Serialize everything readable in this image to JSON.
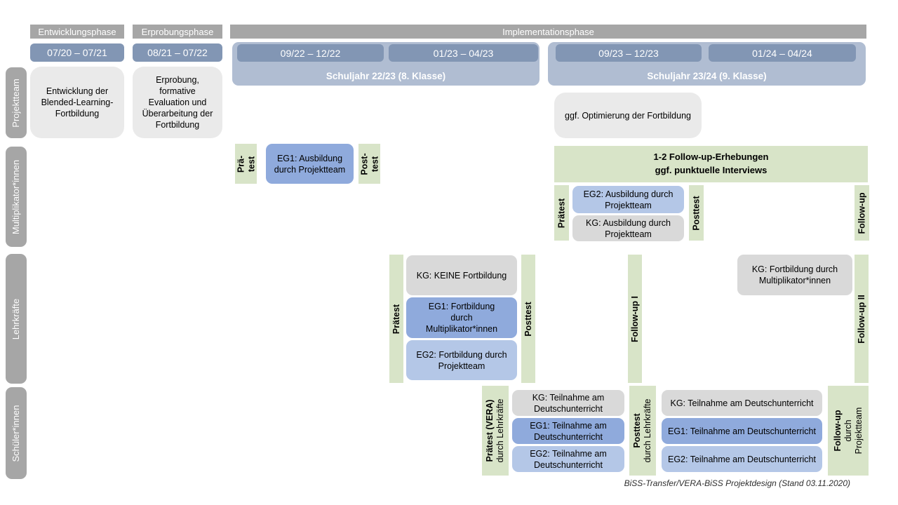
{
  "colors": {
    "phase_bar_gray": "#a6a6a6",
    "row_label_gray": "#a6a6a6",
    "period_pill_blue": "#8296b4",
    "schoolyear_band_blue": "#b0bdd2",
    "green": "#d8e4c8",
    "eg1_blue": "#8faadc",
    "eg2_blue": "#b4c7e7",
    "kg_gray": "#d9d9d9",
    "neutral_box_gray": "#eaeaea"
  },
  "header": {
    "phases": {
      "entwicklung": "Entwicklungsphase",
      "erprobung": "Erprobungsphase",
      "implementation": "Implementationsphase"
    },
    "periods": {
      "p1": "07/20 – 07/21",
      "p2": "08/21 – 07/22",
      "p3": "09/22 – 12/22",
      "p4": "01/23 – 04/23",
      "p5": "09/23 – 12/23",
      "p6": "01/24 – 04/24"
    },
    "school_years": {
      "sy1": "Schuljahr 22/23 (8. Klasse)",
      "sy2": "Schuljahr 23/24 (9. Klasse)"
    }
  },
  "rows": {
    "projektteam": {
      "label": "Projektteam",
      "entwicklung_box": "Entwicklung der Blended-Learning-Fortbildung",
      "erprobung_box": "Erprobung, formative Evaluation und Überarbeitung der Fortbildung",
      "optimierung_box": "ggf. Optimierung der Fortbildung"
    },
    "multiplikatoren": {
      "label": "Multiplikator*innen",
      "praetest1": "Prä-\ntest",
      "eg1_box": "EG1: Ausbildung durch Projektteam",
      "posttest1": "Post-\ntest",
      "followup_box": "1-2 Follow-up-Erhebungen\nggf. punktuelle Interviews",
      "praetest2": "Prätest",
      "eg2_box": "EG2: Ausbildung durch Projektteam",
      "kg_box": "KG: Ausbildung durch Projektteam",
      "posttest2": "Posttest",
      "followup_bar": "Follow-up"
    },
    "lehrkraefte": {
      "label": "Lehrkräfte",
      "praetest": "Prätest",
      "kg_box": "KG: KEINE Fortbildung",
      "eg1_box": "EG1: Fortbildung durch Multiplikator*innen",
      "eg2_box": "EG2: Fortbildung durch Projektteam",
      "posttest": "Posttest",
      "followup1": "Follow-up I",
      "kg2_box": "KG: Fortbildung durch Multiplikator*innen",
      "followup2": "Follow-up II"
    },
    "schueler": {
      "label": "Schüler*innen",
      "praetest_title": "Prätest (VERA)",
      "praetest_sub": "durch Lehrkräfte",
      "kg1_box": "KG: Teilnahme am Deutschunterricht",
      "eg1a_box": "EG1: Teilnahme am Deutschunterricht",
      "eg2a_box": "EG2: Teilnahme am Deutschunterricht",
      "posttest_title": "Posttest",
      "posttest_sub": "durch Lehrkräfte",
      "kg2_box": "KG: Teilnahme am Deutschunterricht",
      "eg1b_box": "EG1: Teilnahme am Deutschunterricht",
      "eg2b_box": "EG2: Teilnahme am Deutschunterricht",
      "followup_title": "Follow-up",
      "followup_sub": "durch\nProjektteam"
    }
  },
  "caption": "BiSS-Transfer/VERA-BiSS Projektdesign (Stand 03.11.2020)"
}
